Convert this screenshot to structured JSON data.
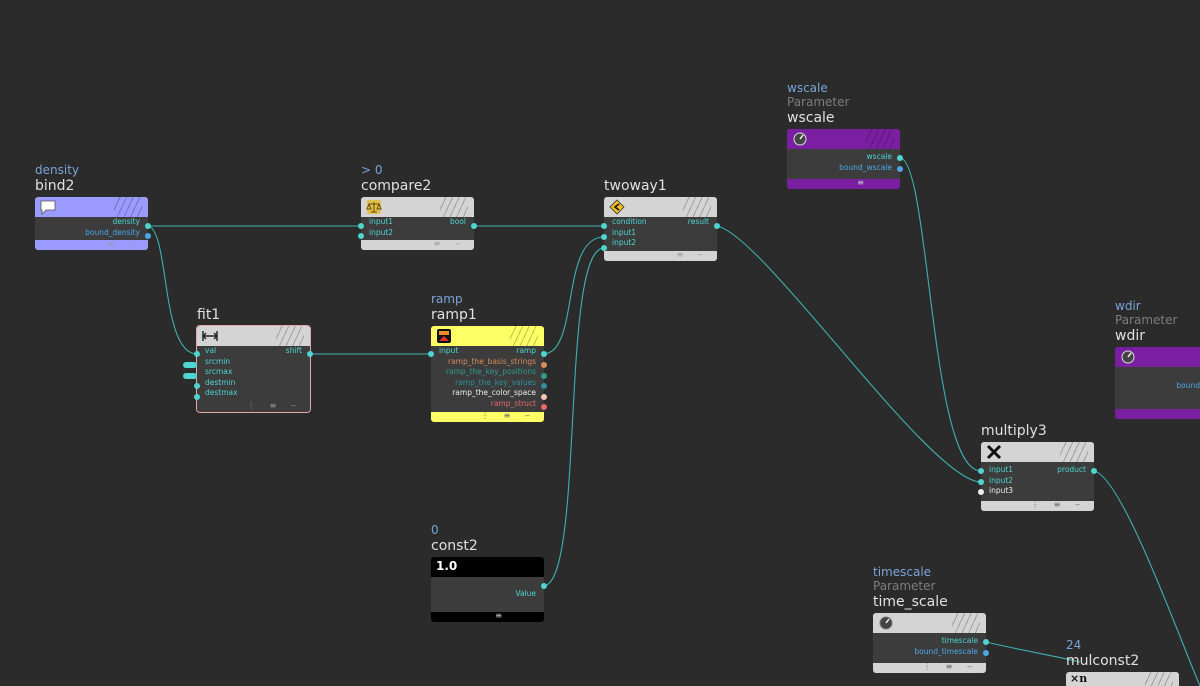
{
  "colors": {
    "background": "#2b2b2b",
    "wire": "#3fb0b0",
    "port_float": "#4fd4cf",
    "port_vector": "#4aa8e8",
    "port_string": "#d98b5a",
    "port_white": "#eeeeee",
    "port_ramp": "#e86a6a",
    "bind_header": "#9a9aff",
    "param_header": "#7b1fa2",
    "ramp_header": "#ffff66",
    "const_header": "#000000",
    "default_header": "#d4d4d4"
  },
  "nodes": {
    "bind2": {
      "sub": "density",
      "name": "bind2",
      "icon": "speech-bubble-icon",
      "outputs": [
        "density",
        "bound_density"
      ]
    },
    "compare2": {
      "sub": "> 0",
      "name": "compare2",
      "icon": "scales-icon",
      "inputs": [
        "input1",
        "input2"
      ],
      "outputs": [
        "bool"
      ]
    },
    "twoway1": {
      "sub": "",
      "name": "twoway1",
      "icon": "switch-arrow-icon",
      "inputs": [
        "condition",
        "input1",
        "input2"
      ],
      "outputs": [
        "result"
      ]
    },
    "wscale": {
      "sub": "wscale",
      "sub2": "Parameter",
      "name": "wscale",
      "icon": "knob-icon",
      "outputs": [
        "wscale",
        "bound_wscale"
      ]
    },
    "fit1": {
      "sub": "",
      "name": "fit1",
      "icon": "fit-range-icon",
      "inputs": [
        "val",
        "srcmin",
        "srcmax",
        "destmin",
        "destmax"
      ],
      "outputs": [
        "shift"
      ]
    },
    "ramp1": {
      "sub": "ramp",
      "name": "ramp1",
      "icon": "ramp-icon",
      "inputs": [
        "input"
      ],
      "outputs": [
        "ramp",
        "ramp_the_basis_strings",
        "ramp_the_key_positions",
        "ramp_the_key_values",
        "ramp_the_color_space",
        "ramp_struct"
      ]
    },
    "wdir": {
      "sub": "wdir",
      "sub2": "Parameter",
      "name": "wdir",
      "icon": "knob-icon",
      "outputs": [
        "bound"
      ]
    },
    "multiply3": {
      "sub": "",
      "name": "multiply3",
      "icon": "multiply-x-icon",
      "inputs": [
        "input1",
        "input2",
        "input3"
      ],
      "outputs": [
        "product"
      ]
    },
    "const2": {
      "sub": "0",
      "name": "const2",
      "icon_text": "1.0",
      "outputs": [
        "Value"
      ]
    },
    "time_scale": {
      "sub": "timescale",
      "sub2": "Parameter",
      "name": "time_scale",
      "icon": "knob-icon",
      "outputs": [
        "timescale",
        "bound_timescale"
      ]
    },
    "mulconst2": {
      "sub": "24",
      "name": "mulconst2",
      "icon_text": "×n"
    }
  },
  "footer_controls": "≡ ‒"
}
